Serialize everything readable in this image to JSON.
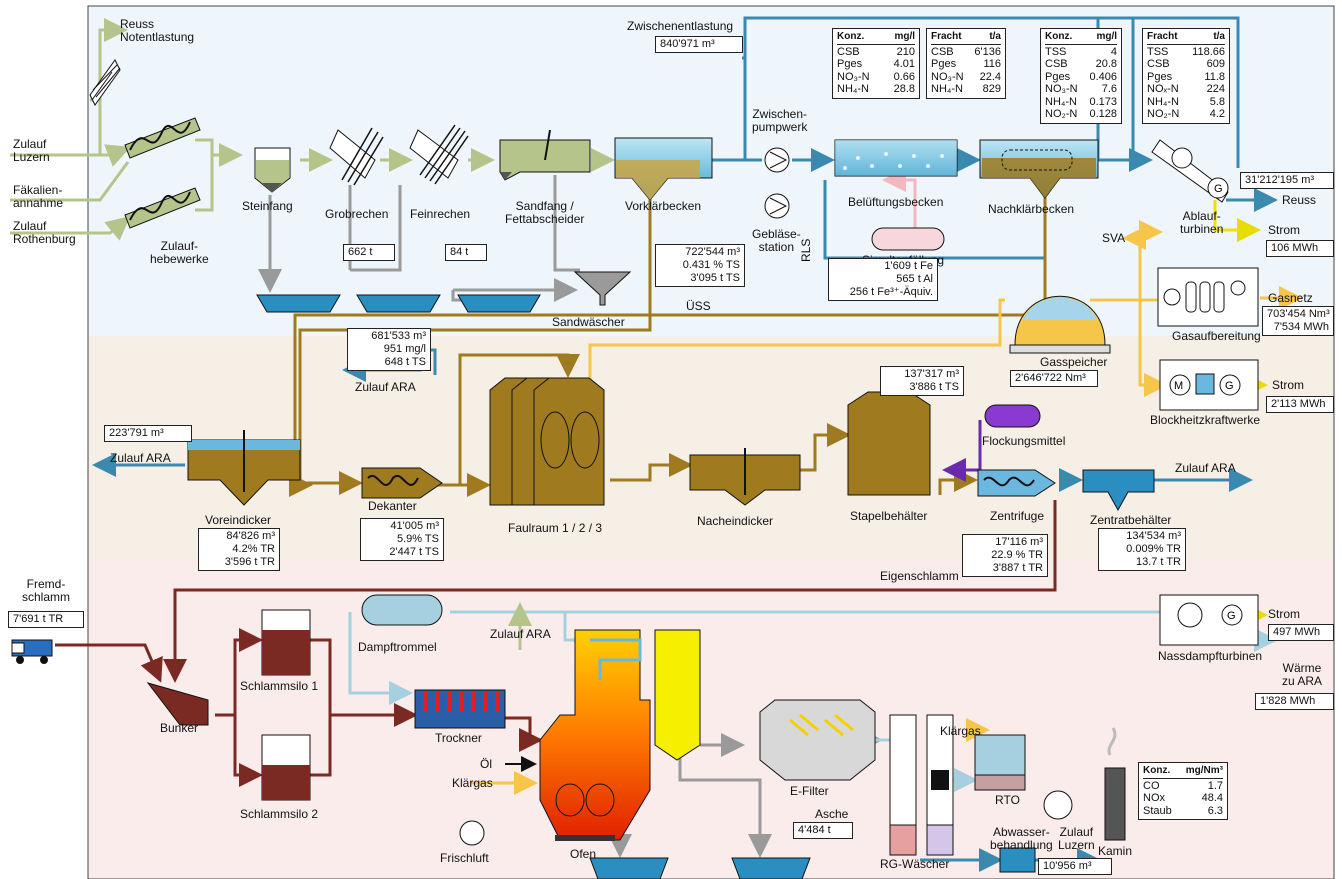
{
  "flow_labels": {
    "reuss_notentlastung_1": "Reuss",
    "reuss_notentlastung_2": "Notentlastung",
    "zulauf_luzern_1": "Zulauf",
    "zulauf_luzern_2": "Luzern",
    "faekalien_1": "Fäkalien-",
    "faekalien_2": "annahme",
    "zulauf_rothenburg_1": "Zulauf",
    "zulauf_rothenburg_2": "Rothenburg",
    "zulaufhebewerke_1": "Zulauf-",
    "zulaufhebewerke_2": "hebewerke",
    "steinfang": "Steinfang",
    "grobrechen": "Grobrechen",
    "feinrechen": "Feinrechen",
    "sandfang_1": "Sandfang /",
    "sandfang_2": "Fettabscheider",
    "vorklaerbecken": "Vorklärbecken",
    "sandwaescher": "Sandwäscher",
    "zwischenentlastung": "Zwischenentlastung",
    "zwischenpumpwerk_1": "Zwischen-",
    "zwischenpumpwerk_2": "pumpwerk",
    "geblaese_1": "Gebläse-",
    "geblaese_2": "station",
    "rls": "RLS",
    "uess": "ÜSS",
    "belueftungsbecken": "Belüftungsbecken",
    "simultanfaellung": "Simultanfällung",
    "nachklaerbecken": "Nachklärbecken",
    "ablaufturbinen_1": "Ablauf-",
    "ablaufturbinen_2": "turbinen",
    "reuss": "Reuss",
    "strom_1": "Strom",
    "sva": "SVA",
    "gasnetz": "Gasnetz",
    "gasaufbereitung": "Gasaufbereitung",
    "gasspeicher": "Gasspeicher",
    "strom_2": "Strom",
    "bhkw": "Blockheitzkraftwerke",
    "zulauf_ara_1": "Zulauf ARA",
    "zulauf_ara_2": "Zulauf ARA",
    "voreindicker": "Voreindicker",
    "dekanter": "Dekanter",
    "faulraum": "Faulraum 1 / 2 / 3",
    "nacheindicker": "Nacheindicker",
    "stapelbehaelter": "Stapelbehälter",
    "flockungsmittel": "Flockungsmittel",
    "zentrifuge": "Zentrifuge",
    "zentratbehaelter": "Zentratbehälter",
    "zulauf_ara_3": "Zulauf ARA",
    "eigenschlamm": "Eigenschlamm",
    "fremdschlamm_1": "Fremd-",
    "fremdschlamm_2": "schlamm",
    "dampftrommel": "Dampftrommel",
    "zulauf_ara_4": "Zulauf ARA",
    "strom_3": "Strom",
    "nassdampfturbinen": "Nassdampfturbinen",
    "waerme_1": "Wärme",
    "waerme_2": "zu ARA",
    "bunker": "Bunker",
    "schlammsilo_1": "Schlammsilo 1",
    "schlammsilo_2": "Schlammsilo 2",
    "trockner": "Trockner",
    "oel": "Öl",
    "klaergas_1": "Klärgas",
    "klaergas_2": "Klärgas",
    "ofen": "Ofen",
    "frischluft": "Frischluft",
    "efilter": "E-Filter",
    "asche": "Asche",
    "rg_waescher": "RG-Wäscher",
    "rto": "RTO",
    "kamin": "Kamin",
    "abwasser_1": "Abwasser-",
    "abwasser_2": "behandlung",
    "zulauf_luzern_out_1": "Zulauf",
    "zulauf_luzern_out_2": "Luzern"
  },
  "value_boxes": {
    "zwischenentlastung": "840'971 m³",
    "grobrechen": "662 t",
    "sandfang": "84 t",
    "uess_1": "722'544 m³",
    "uess_2": "0.431 % TS",
    "uess_3": "3'095 t TS",
    "faellung_1": "1'609  t Fe",
    "faellung_2": "565  t Al",
    "faellung_3": "256  t Fe³⁺-Äquiv.",
    "ablauf": "31'212'195 m³",
    "strom_ablauf": "106 MWh",
    "gasnetz_1": "703'454 Nm³",
    "gasnetz_2": "7'534 MWh",
    "gasspeicher": "2'646'722 Nm³",
    "strom_bhkw": "2'113 MWh",
    "dekanter_in_1": "681'533 m³",
    "dekanter_in_2": "951 mg/l",
    "dekanter_in_3": "648 t TS",
    "voreindicker_out": "223'791 m³",
    "voreindicker_1": "84'826 m³",
    "voreindicker_2": "4.2% TR",
    "voreindicker_3": "3'596 t TR",
    "dekanter_1": "41'005 m³",
    "dekanter_2": "5.9% TS",
    "dekanter_3": "2'447 t TS",
    "stapel_1": "137'317 m³",
    "stapel_2": "3'886 t TS",
    "zentrat_1": "134'534 m³",
    "zentrat_2": "0.009% TR",
    "zentrat_3": "13.7 t TR",
    "zentrifuge_1": "17'116 m³",
    "zentrifuge_2": "22.9 % TR",
    "zentrifuge_3": "3'887 t TR",
    "fremdschlamm": "7'691 t TR",
    "strom_nassdampf": "497 MWh",
    "waerme": "1'828 MWh",
    "asche": "4'484 t",
    "abwasser": "10'956 m³"
  },
  "tables": {
    "konz_in": {
      "h1": "Konz.",
      "h2": "mg/l",
      "rows": [
        [
          "CSB",
          "210"
        ],
        [
          "Pges",
          "4.01"
        ],
        [
          "NO₃-N",
          "0.66"
        ],
        [
          "NH₄-N",
          "28.8"
        ]
      ]
    },
    "fracht_in": {
      "h1": "Fracht",
      "h2": "t/a",
      "rows": [
        [
          "CSB",
          "6'136"
        ],
        [
          "Pges",
          "116"
        ],
        [
          "NO₃-N",
          "22.4"
        ],
        [
          "NH₄-N",
          "829"
        ]
      ]
    },
    "konz_out": {
      "h1": "Konz.",
      "h2": "mg/l",
      "rows": [
        [
          "TSS",
          "4"
        ],
        [
          "CSB",
          "20.8"
        ],
        [
          "Pges",
          "0.406"
        ],
        [
          "NO₃-N",
          "7.6"
        ],
        [
          "NH₄-N",
          "0.173"
        ],
        [
          "NO₂-N",
          "0.128"
        ]
      ]
    },
    "fracht_out": {
      "h1": "Fracht",
      "h2": "t/a",
      "rows": [
        [
          "TSS",
          "118.66"
        ],
        [
          "CSB",
          "609"
        ],
        [
          "Pges",
          "11.8"
        ],
        [
          "NOₓ-N",
          "224"
        ],
        [
          "NH₄-N",
          "5.8"
        ],
        [
          "NO₂-N",
          "4.2"
        ]
      ]
    },
    "kamin": {
      "h1": "Konz.",
      "h2": "mg/Nm³",
      "rows": [
        [
          "CO",
          "1.7"
        ],
        [
          "NOx",
          "48.4"
        ],
        [
          "Staub",
          "6.3"
        ]
      ]
    }
  },
  "colors": {
    "water": "#3a8ab0",
    "raw": "#b5c48a",
    "sludge": "#a07a1e",
    "dry_sludge": "#7a2a22",
    "gas": "#f5c64a",
    "power": "#f5e400",
    "steam": "#a6cfe0",
    "grey": "#9a9a9a",
    "zone_top": "#eef6fb",
    "zone_mid": "#f6efe6",
    "zone_bottom": "#fbecec"
  }
}
